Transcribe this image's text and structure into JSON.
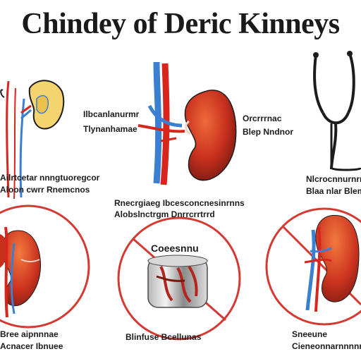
{
  "title": "Chindey of Deric Kinneys",
  "colors": {
    "kidney_red": "#c8301e",
    "kidney_dark": "#6e1810",
    "artery_red": "#d8261c",
    "vein_blue": "#3a7fd0",
    "ring_red": "#d43a32",
    "dark_ink": "#1c1c1c",
    "yellow": "#f3d46e"
  },
  "icons": {
    "stethoscope": "stethoscope-icon",
    "kidney": "kidney-icon",
    "ring": "prohibition-ring-icon"
  },
  "labels": {
    "left_mid": [
      "Ilbcanlanurmr",
      "Tlynanhamae"
    ],
    "center_right": [
      "Orcrrrnac",
      "Blep Nndnor"
    ],
    "left_lower": [
      "Ailrtcetar nnngtuoregcor",
      "Aloon cwrr Rnemcnos"
    ],
    "right_lower": [
      "Nlcrocnnurnrnnar",
      "Blaa nlar Blemir"
    ],
    "center_lower": [
      "Rnecrgiaeg Ibcesconcnesinrnns",
      "Alobslnctrgm Dnrrcrrtrrd"
    ],
    "ring_center_top": "Coeesnnu",
    "bottom_left": [
      "Bree aipnnnae",
      "Acnacer Ibnuee"
    ],
    "bottom_center": "Blinfuse Bcellunas",
    "bottom_right": [
      "Sneeune",
      "Cieneonnarnnnnn"
    ]
  }
}
